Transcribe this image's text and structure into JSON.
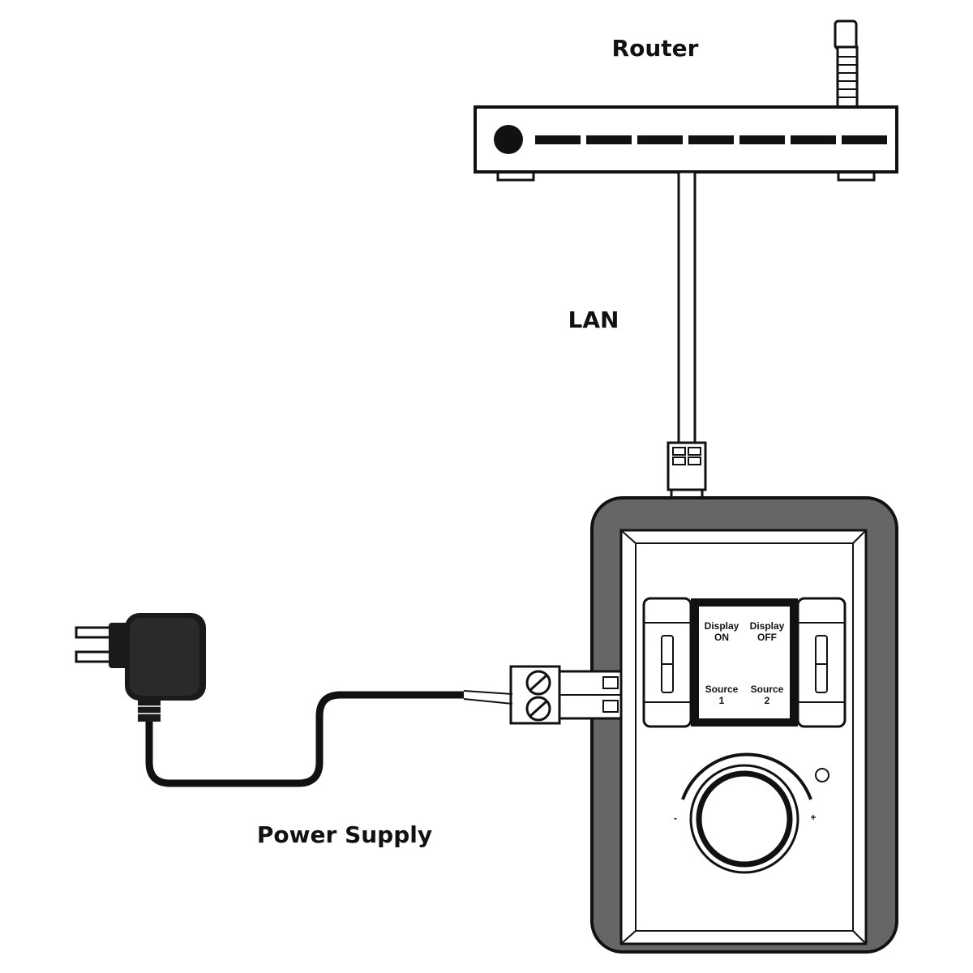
{
  "labels": {
    "router": "Router",
    "lan": "LAN",
    "power_supply": "Power Supply"
  },
  "panel": {
    "buttons": {
      "display_on_l1": "Display",
      "display_on_l2": "ON",
      "display_off_l1": "Display",
      "display_off_l2": "OFF",
      "source1_l1": "Source",
      "source1_l2": "1",
      "source2_l1": "Source",
      "source2_l2": "2"
    },
    "knob": {
      "minus": "-",
      "plus": "+"
    }
  },
  "colors": {
    "outline": "#111111",
    "panel_frame": "#666666",
    "device_fill": "#ffffff",
    "adapter": "#1a1a1a"
  }
}
